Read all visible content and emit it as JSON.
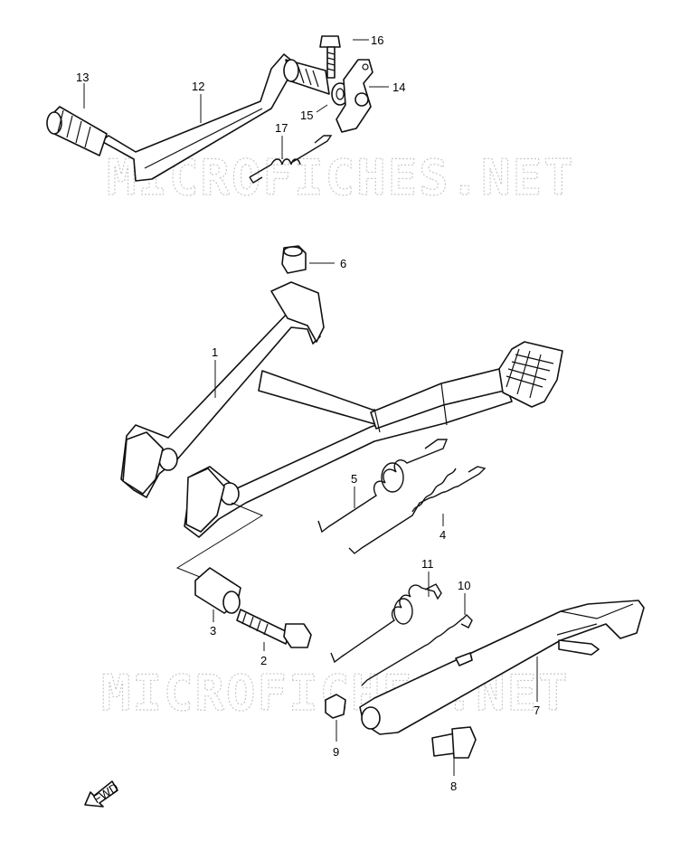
{
  "watermark": "MICROFICHES.NET",
  "fwd_label": "FWD",
  "callouts": {
    "c1": "1",
    "c2": "2",
    "c3": "3",
    "c4": "4",
    "c5": "5",
    "c6": "6",
    "c7": "7",
    "c8": "8",
    "c9": "9",
    "c10": "10",
    "c11": "11",
    "c12": "12",
    "c13": "13",
    "c14": "14",
    "c15": "15",
    "c16": "16",
    "c17": "17"
  }
}
